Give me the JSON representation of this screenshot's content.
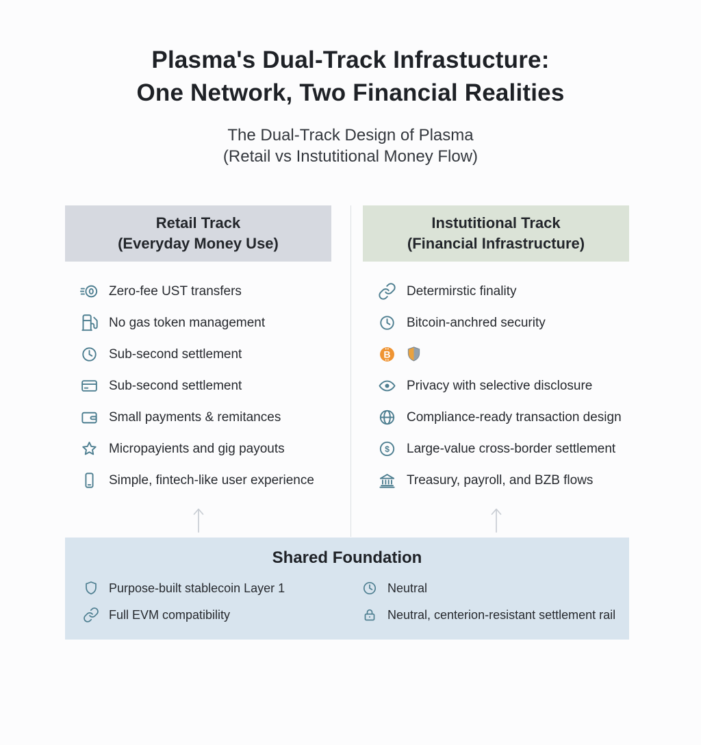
{
  "title": {
    "line1": "Plasma's Dual-Track Infrastucture:",
    "line2": "One Network, Two Financial Realities"
  },
  "subtitle": {
    "line1": "The Dual-Track Design of Plasma",
    "line2": "(Retail vs Instutitional Money Flow)"
  },
  "retail_track": {
    "header_line1": "Retail Track",
    "header_line2": "(Everyday Money Use)",
    "items": [
      {
        "icon": "zero-fee-coin-icon",
        "label": "Zero-fee UST transfers"
      },
      {
        "icon": "gas-pump-icon",
        "label": "No gas token management"
      },
      {
        "icon": "clock-icon",
        "label": "Sub-second settlement"
      },
      {
        "icon": "credit-card-icon",
        "label": "Sub-second settlement"
      },
      {
        "icon": "wallet-icon",
        "label": "Small payments & remitances"
      },
      {
        "icon": "star-icon",
        "label": "Micropayients and gig payouts"
      },
      {
        "icon": "smartphone-icon",
        "label": "Simple, fintech-like user experience"
      }
    ]
  },
  "institutional_track": {
    "header_line1": "Instutitional Track",
    "header_line2": "(Financial Infrastructure)",
    "items": [
      {
        "icon": "chain-link-icon",
        "label": "Determirstic finality"
      },
      {
        "icon": "clock-icon",
        "label": "Bitcoin-anchred security"
      },
      {
        "icons": [
          "bitcoin-coin-icon",
          "shield-badge-icon"
        ],
        "label": ""
      },
      {
        "icon": "eye-icon",
        "label": "Privacy with selective disclosure"
      },
      {
        "icon": "globe-icon",
        "label": "Compliance-ready transaction design"
      },
      {
        "icon": "dollar-circle-icon",
        "label": "Large-value cross-border settlement"
      },
      {
        "icon": "bank-icon",
        "label": "Treasury, payroll, and BZB flows"
      }
    ]
  },
  "shared_foundation": {
    "title": "Shared Foundation",
    "left_items": [
      {
        "icon": "shield-icon",
        "label": "Purpose-built stablecoin Layer 1"
      },
      {
        "icon": "chain-link-icon",
        "label": "Full EVM compatibility"
      }
    ],
    "right_items": [
      {
        "icon": "clock-icon",
        "label": "Neutral"
      },
      {
        "icon": "lock-icon",
        "label": "Neutral, centerion-resistant settlement rail"
      }
    ]
  },
  "colors": {
    "retail_header_bg": "#d6d9e0",
    "institutional_header_bg": "#dbe3d7",
    "foundation_bg": "#d8e4ee",
    "icon_teal": "#4d7e90",
    "bitcoin_orange": "#ef9433",
    "shield_gray": "#93a0ab",
    "text_dark": "#1e2126"
  }
}
